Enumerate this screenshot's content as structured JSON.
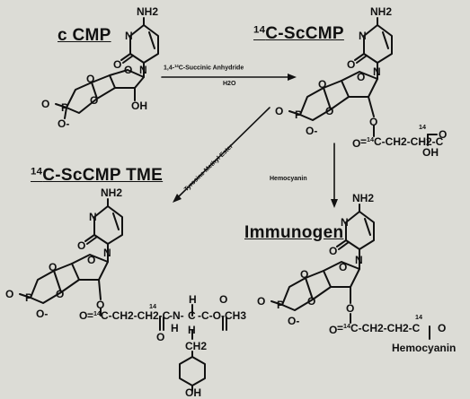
{
  "titles": {
    "cmp": "c CMP",
    "sccmp": "C-ScCMP",
    "sccmp_iso": "14",
    "tme": "C-ScCMP TME",
    "tme_iso": "14",
    "immunogen": "Immunogen"
  },
  "arrows": {
    "succinic_iso": "1,4-",
    "succinic_iso2": "14",
    "succinic_reagent": "C-Succinic Anhydride",
    "succinic_solvent": "H2O",
    "tyrosine": "Tyrosine Methyl Ester",
    "hemocyanin": "Hemocyanin"
  },
  "atoms": {
    "nh2": "NH2",
    "n": "N",
    "o": "O",
    "o_minus": "O-",
    "p": "P",
    "oh": "OH",
    "h": "H",
    "ch2": "CH2",
    "iso": "14"
  },
  "chains": {
    "sccmp_chain": "C-CH2-CH2-C",
    "tme_chain": "C-CH2-CH2-C",
    "tme_amide": "-N-",
    "tme_ester": "-C-O-CH3",
    "immuno_chain": "C-CH2-CH2-C"
  },
  "labels": {
    "hemocyanin_conjugate": "Hemocyanin"
  }
}
